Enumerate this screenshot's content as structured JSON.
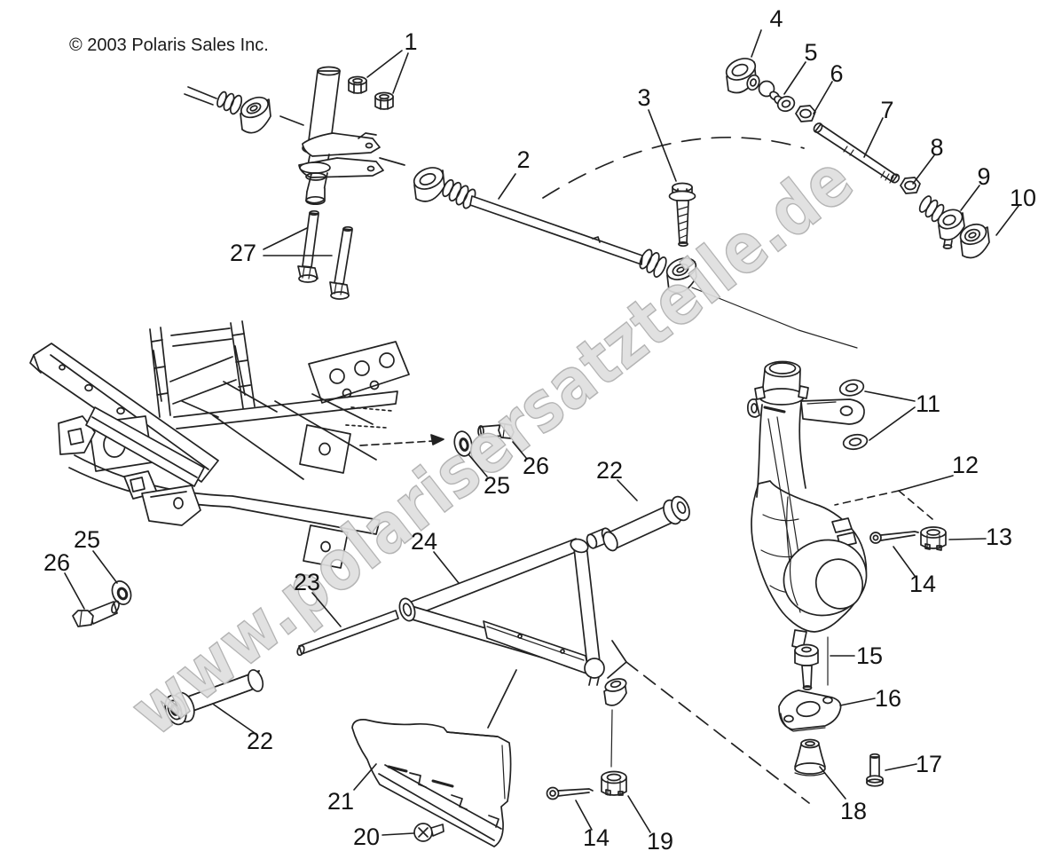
{
  "diagram": {
    "copyright": "© 2003 Polaris Sales Inc.",
    "watermark": "www.polarisersatzteile.de",
    "type": "exploded-parts-diagram",
    "subject": "A-arm / strut and steering tie rod assembly"
  },
  "colors": {
    "background": "#ffffff",
    "line_ink": "#222222",
    "label_ink": "#141414",
    "watermark_fill": "#dedede",
    "watermark_edge": "#b4b4b4"
  },
  "callouts": {
    "c1": "1",
    "c2": "2",
    "c3": "3",
    "c4": "4",
    "c5": "5",
    "c6": "6",
    "c7": "7",
    "c8": "8",
    "c9": "9",
    "c10": "10",
    "c11": "11",
    "c12": "12",
    "c13": "13",
    "c14a": "14",
    "c14b": "14",
    "c15": "15",
    "c16": "16",
    "c17": "17",
    "c18": "18",
    "c19": "19",
    "c20": "20",
    "c21": "21",
    "c22a": "22",
    "c22b": "22",
    "c23": "23",
    "c24": "24",
    "c25a": "25",
    "c25b": "25",
    "c26a": "26",
    "c26b": "26",
    "c27": "27"
  }
}
